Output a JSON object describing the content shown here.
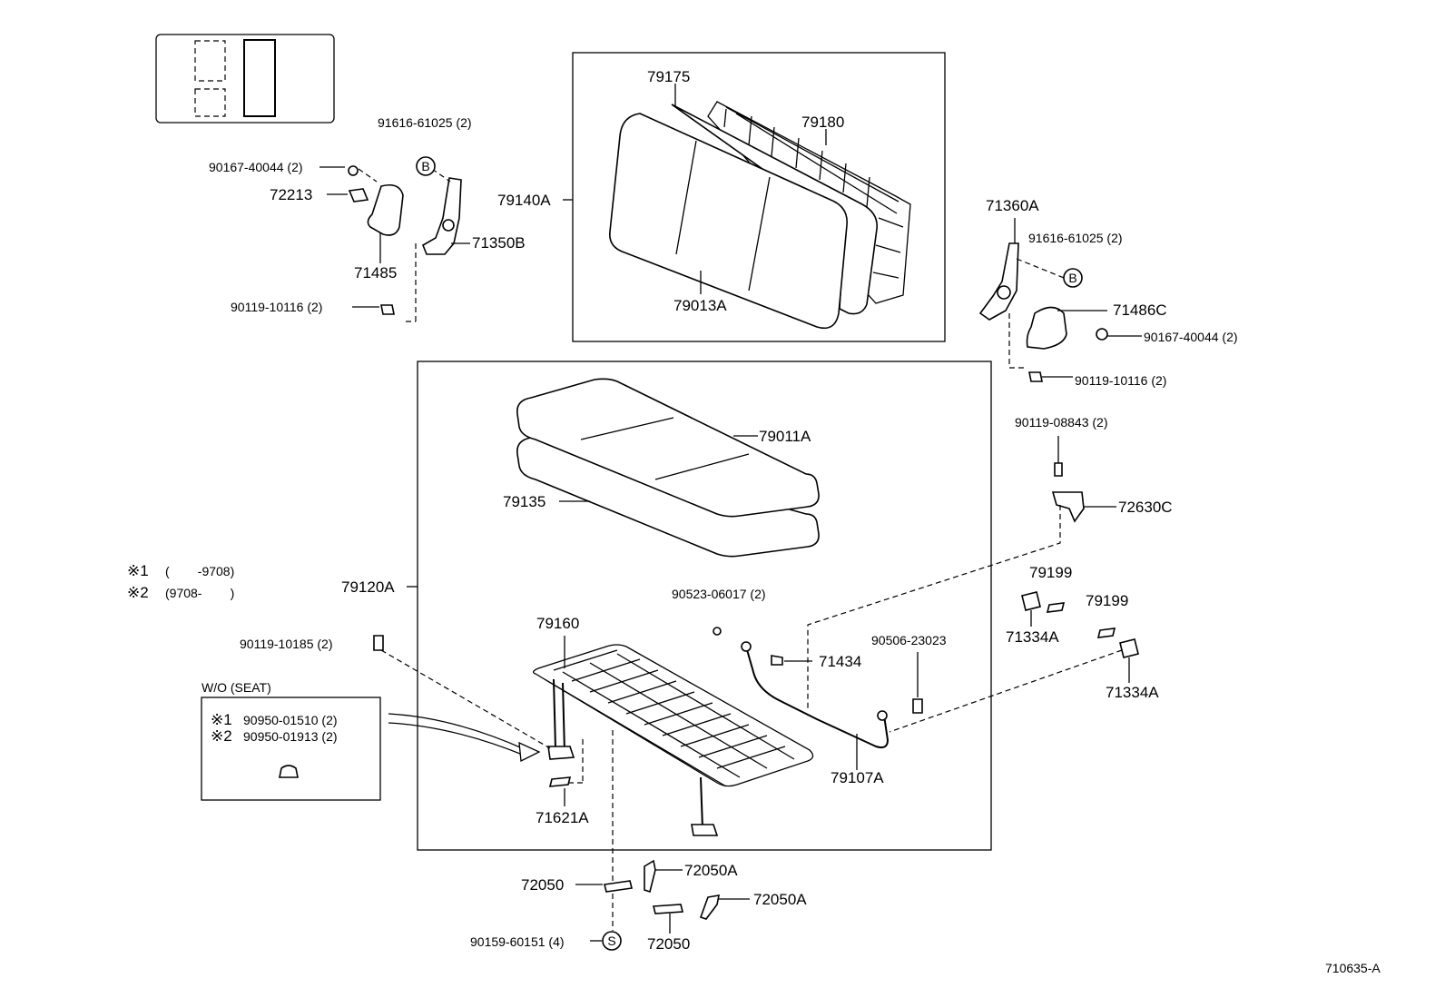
{
  "diagram": {
    "drawing_number": "710635-A",
    "notes": {
      "note1_mark": "※1",
      "note1_text": "(        -9708)",
      "note2_mark": "※2",
      "note2_text": "(9708-        )"
    },
    "wo_seat": {
      "title": "W/O (SEAT)",
      "line1_mark": "※1",
      "line1_part": "90950-01510 (2)",
      "line2_mark": "※2",
      "line2_part": "90950-01913 (2)"
    },
    "callouts": {
      "b_top": "B",
      "b_right": "B",
      "s_bottom": "S"
    },
    "parts": {
      "p79175": "79175",
      "p79180": "79180",
      "p79140A": "79140A",
      "p79013A": "79013A",
      "p91616_left": "91616-61025 (2)",
      "p90167_left": "90167-40044 (2)",
      "p72213": "72213",
      "p71350B": "71350B",
      "p71485": "71485",
      "p90119_10116_left": "90119-10116 (2)",
      "p71360A": "71360A",
      "p91616_right": "91616-61025 (2)",
      "p71486C": "71486C",
      "p90167_right": "90167-40044 (2)",
      "p90119_10116_right": "90119-10116 (2)",
      "p79011A": "79011A",
      "p79135": "79135",
      "p79120A": "79120A",
      "p90119_08843": "90119-08843 (2)",
      "p72630C": "72630C",
      "p90523": "90523-06017 (2)",
      "p79160": "79160",
      "p71434": "71434",
      "p90506": "90506-23023",
      "p79199_a": "79199",
      "p79199_b": "79199",
      "p71334A_a": "71334A",
      "p71334A_b": "71334A",
      "p90119_10185": "90119-10185 (2)",
      "p79107A": "79107A",
      "p71621A": "71621A",
      "p72050_a": "72050",
      "p72050A_a": "72050A",
      "p72050A_b": "72050A",
      "p72050_b": "72050",
      "p90159": "90159-60151 (4)"
    }
  }
}
